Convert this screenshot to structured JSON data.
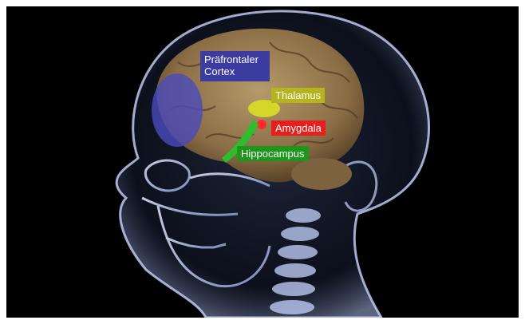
{
  "labels": {
    "prefrontal_cortex": "Präfrontaler Cortex",
    "thalamus": "Thalamus",
    "amygdala": "Amygdala",
    "hippocampus": "Hippocampus"
  },
  "colors": {
    "background": "#000000",
    "prefrontal_cortex": "#3c3ca0",
    "thalamus": "#b4b41e",
    "amygdala": "#e61e1e",
    "hippocampus": "#1e961e"
  }
}
